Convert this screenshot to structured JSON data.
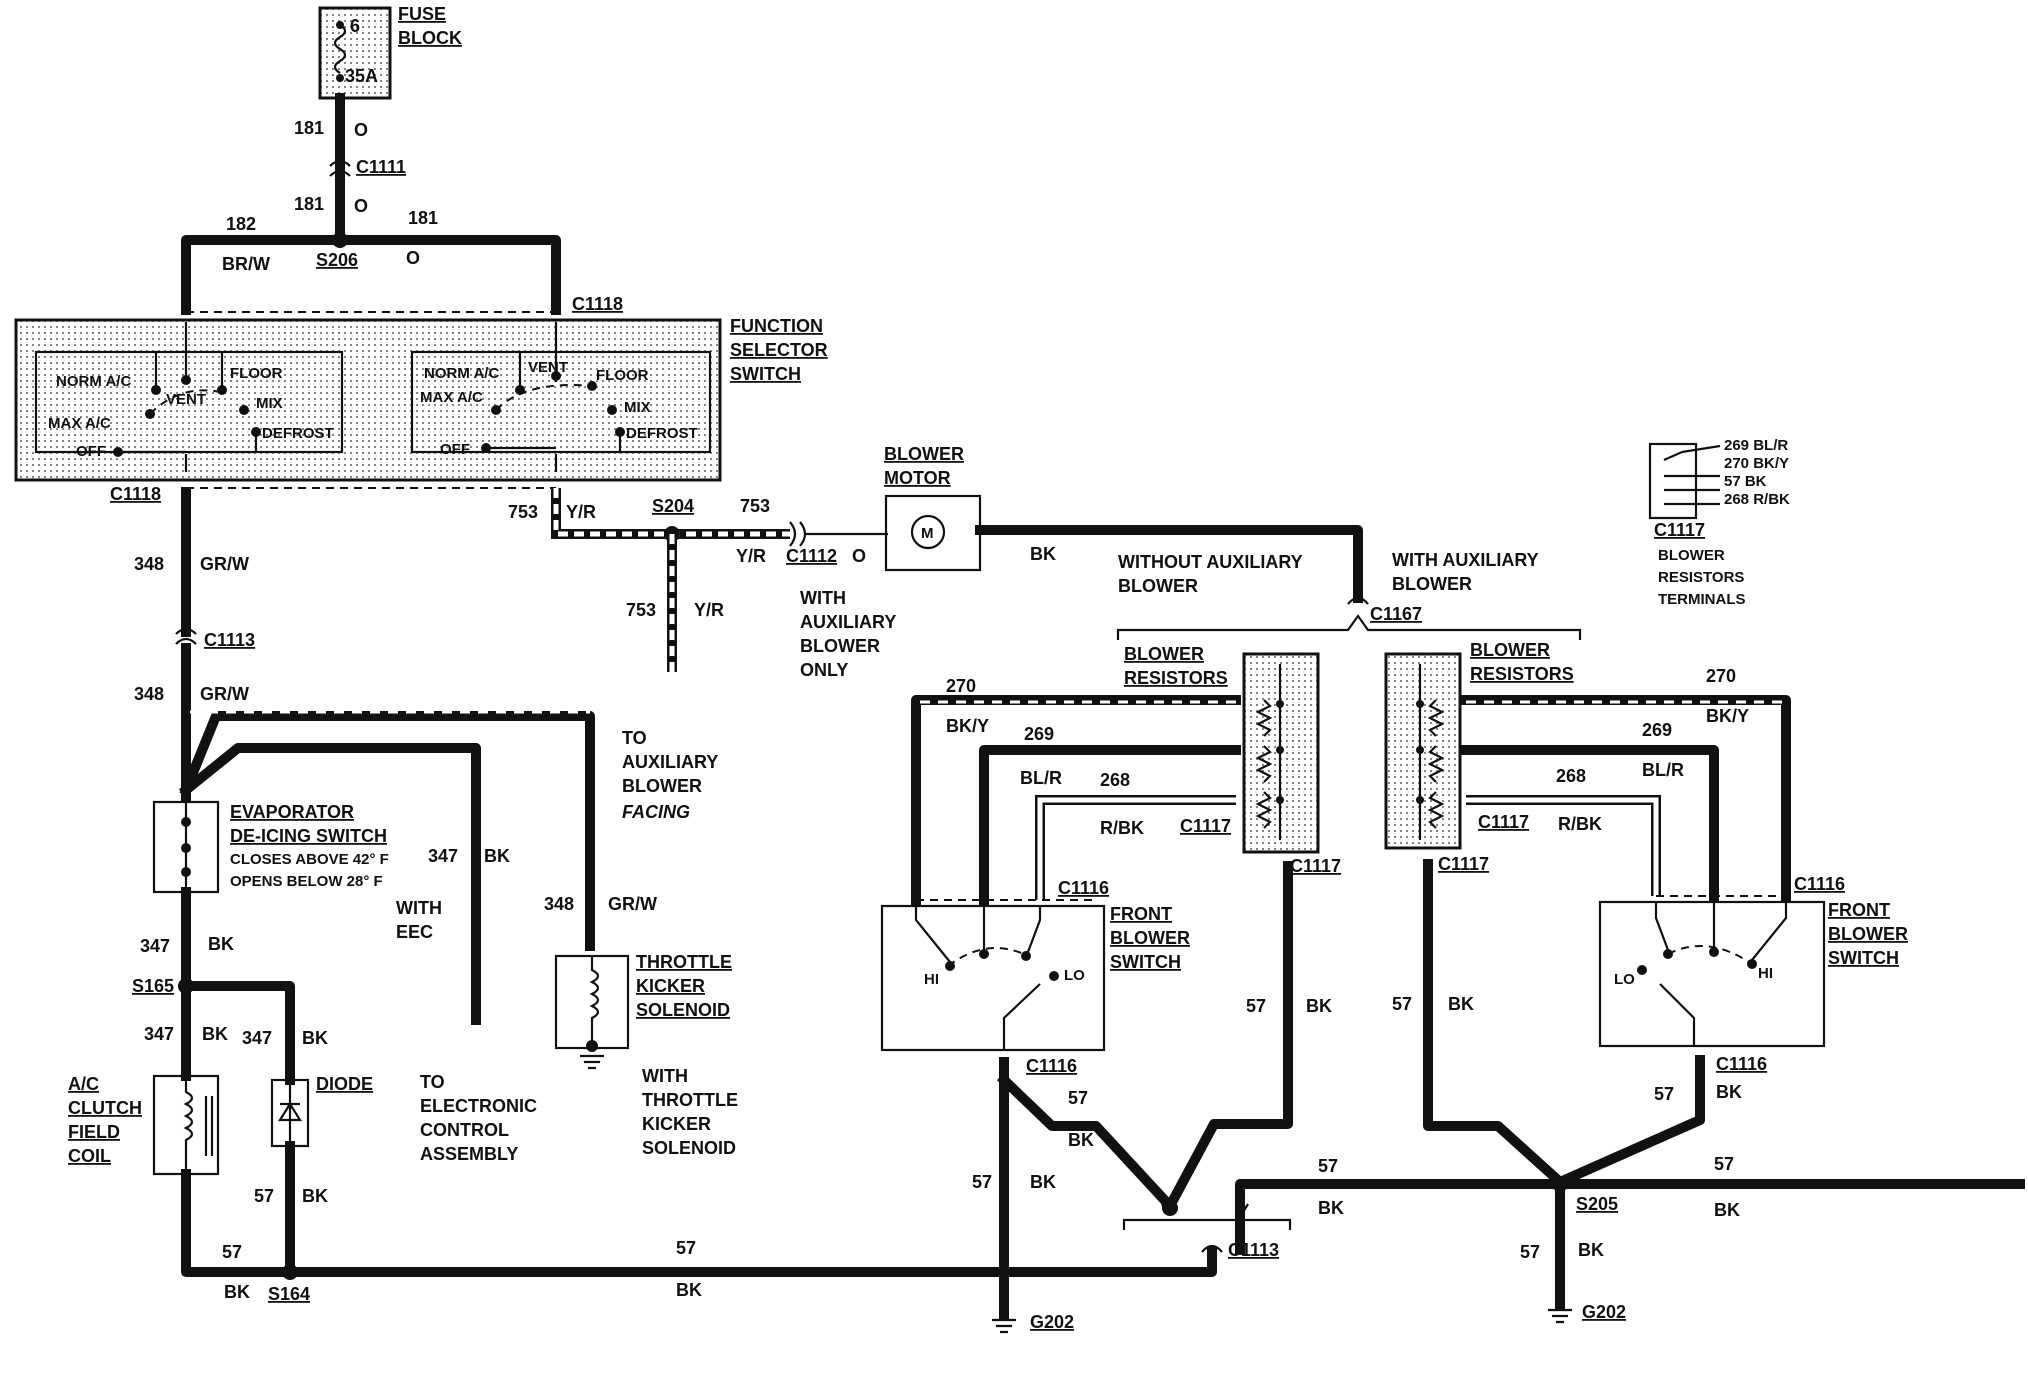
{
  "fuse": {
    "title1": "FUSE",
    "title2": "BLOCK",
    "num": "6",
    "rating": "35A"
  },
  "circuits": {
    "c181": "181",
    "c182": "182",
    "c348": "348",
    "c753": "753",
    "c347": "347",
    "c57": "57",
    "c270": "270",
    "c269": "269",
    "c268": "268"
  },
  "colors": {
    "o": "O",
    "brw": "BR/W",
    "grw": "GR/W",
    "yr": "Y/R",
    "bk": "BK",
    "bky": "BK/Y",
    "blr": "BL/R",
    "rbk": "R/BK"
  },
  "connectors": {
    "c1111": "C1111",
    "c1118": "C1118",
    "c1112": "C1112",
    "c1113": "C1113",
    "c1167": "C1167",
    "c1117": "C1117",
    "c1116": "C1116",
    "g202": "G202"
  },
  "splices": {
    "s206": "S206",
    "s204": "S204",
    "s165": "S165",
    "s164": "S164",
    "s205": "S205"
  },
  "function_switch": {
    "title1": "FUNCTION",
    "title2": "SELECTOR",
    "title3": "SWITCH",
    "norm": "NORM A/C",
    "max": "MAX A/C",
    "vent": "VENT",
    "floor": "FLOOR",
    "mix": "MIX",
    "defrost": "DEFROST",
    "off": "OFF"
  },
  "blower_motor": {
    "title1": "BLOWER",
    "title2": "MOTOR",
    "symbol": "M"
  },
  "aux_note": {
    "l1": "WITH",
    "l2": "AUXILIARY",
    "l3": "BLOWER",
    "l4": "ONLY"
  },
  "without_aux": {
    "l1": "WITHOUT AUXILIARY",
    "l2": "BLOWER"
  },
  "with_aux": {
    "l1": "WITH AUXILIARY",
    "l2": "BLOWER"
  },
  "resistors": {
    "title1": "BLOWER",
    "title2": "RESISTORS"
  },
  "front_switch": {
    "title1": "FRONT",
    "title2": "BLOWER",
    "title3": "SWITCH",
    "hi": "HI",
    "lo": "LO"
  },
  "legend": {
    "pin269": "269 BL/R",
    "pin270": "270 BK/Y",
    "pin57": "57 BK",
    "pin268": "268 R/BK",
    "title1": "BLOWER",
    "title2": "RESISTORS",
    "title3": "TERMINALS"
  },
  "evaporator": {
    "title1": "EVAPORATOR",
    "title2": "DE-ICING SWITCH",
    "note1": "CLOSES ABOVE 42° F",
    "note2": "OPENS BELOW 28° F"
  },
  "to_aux": {
    "l1": "TO",
    "l2": "AUXILIARY",
    "l3": "BLOWER",
    "l4": "FACING"
  },
  "with_eec": {
    "l1": "WITH",
    "l2": "EEC"
  },
  "throttle": {
    "title1": "THROTTLE",
    "title2": "KICKER",
    "title3": "SOLENOID"
  },
  "with_throttle": {
    "l1": "WITH",
    "l2": "THROTTLE",
    "l3": "KICKER",
    "l4": "SOLENOID"
  },
  "clutch": {
    "l1": "A/C",
    "l2": "CLUTCH",
    "l3": "FIELD",
    "l4": "COIL"
  },
  "diode": {
    "label": "DIODE"
  },
  "eca": {
    "l1": "TO",
    "l2": "ELECTRONIC",
    "l3": "CONTROL",
    "l4": "ASSEMBLY"
  }
}
